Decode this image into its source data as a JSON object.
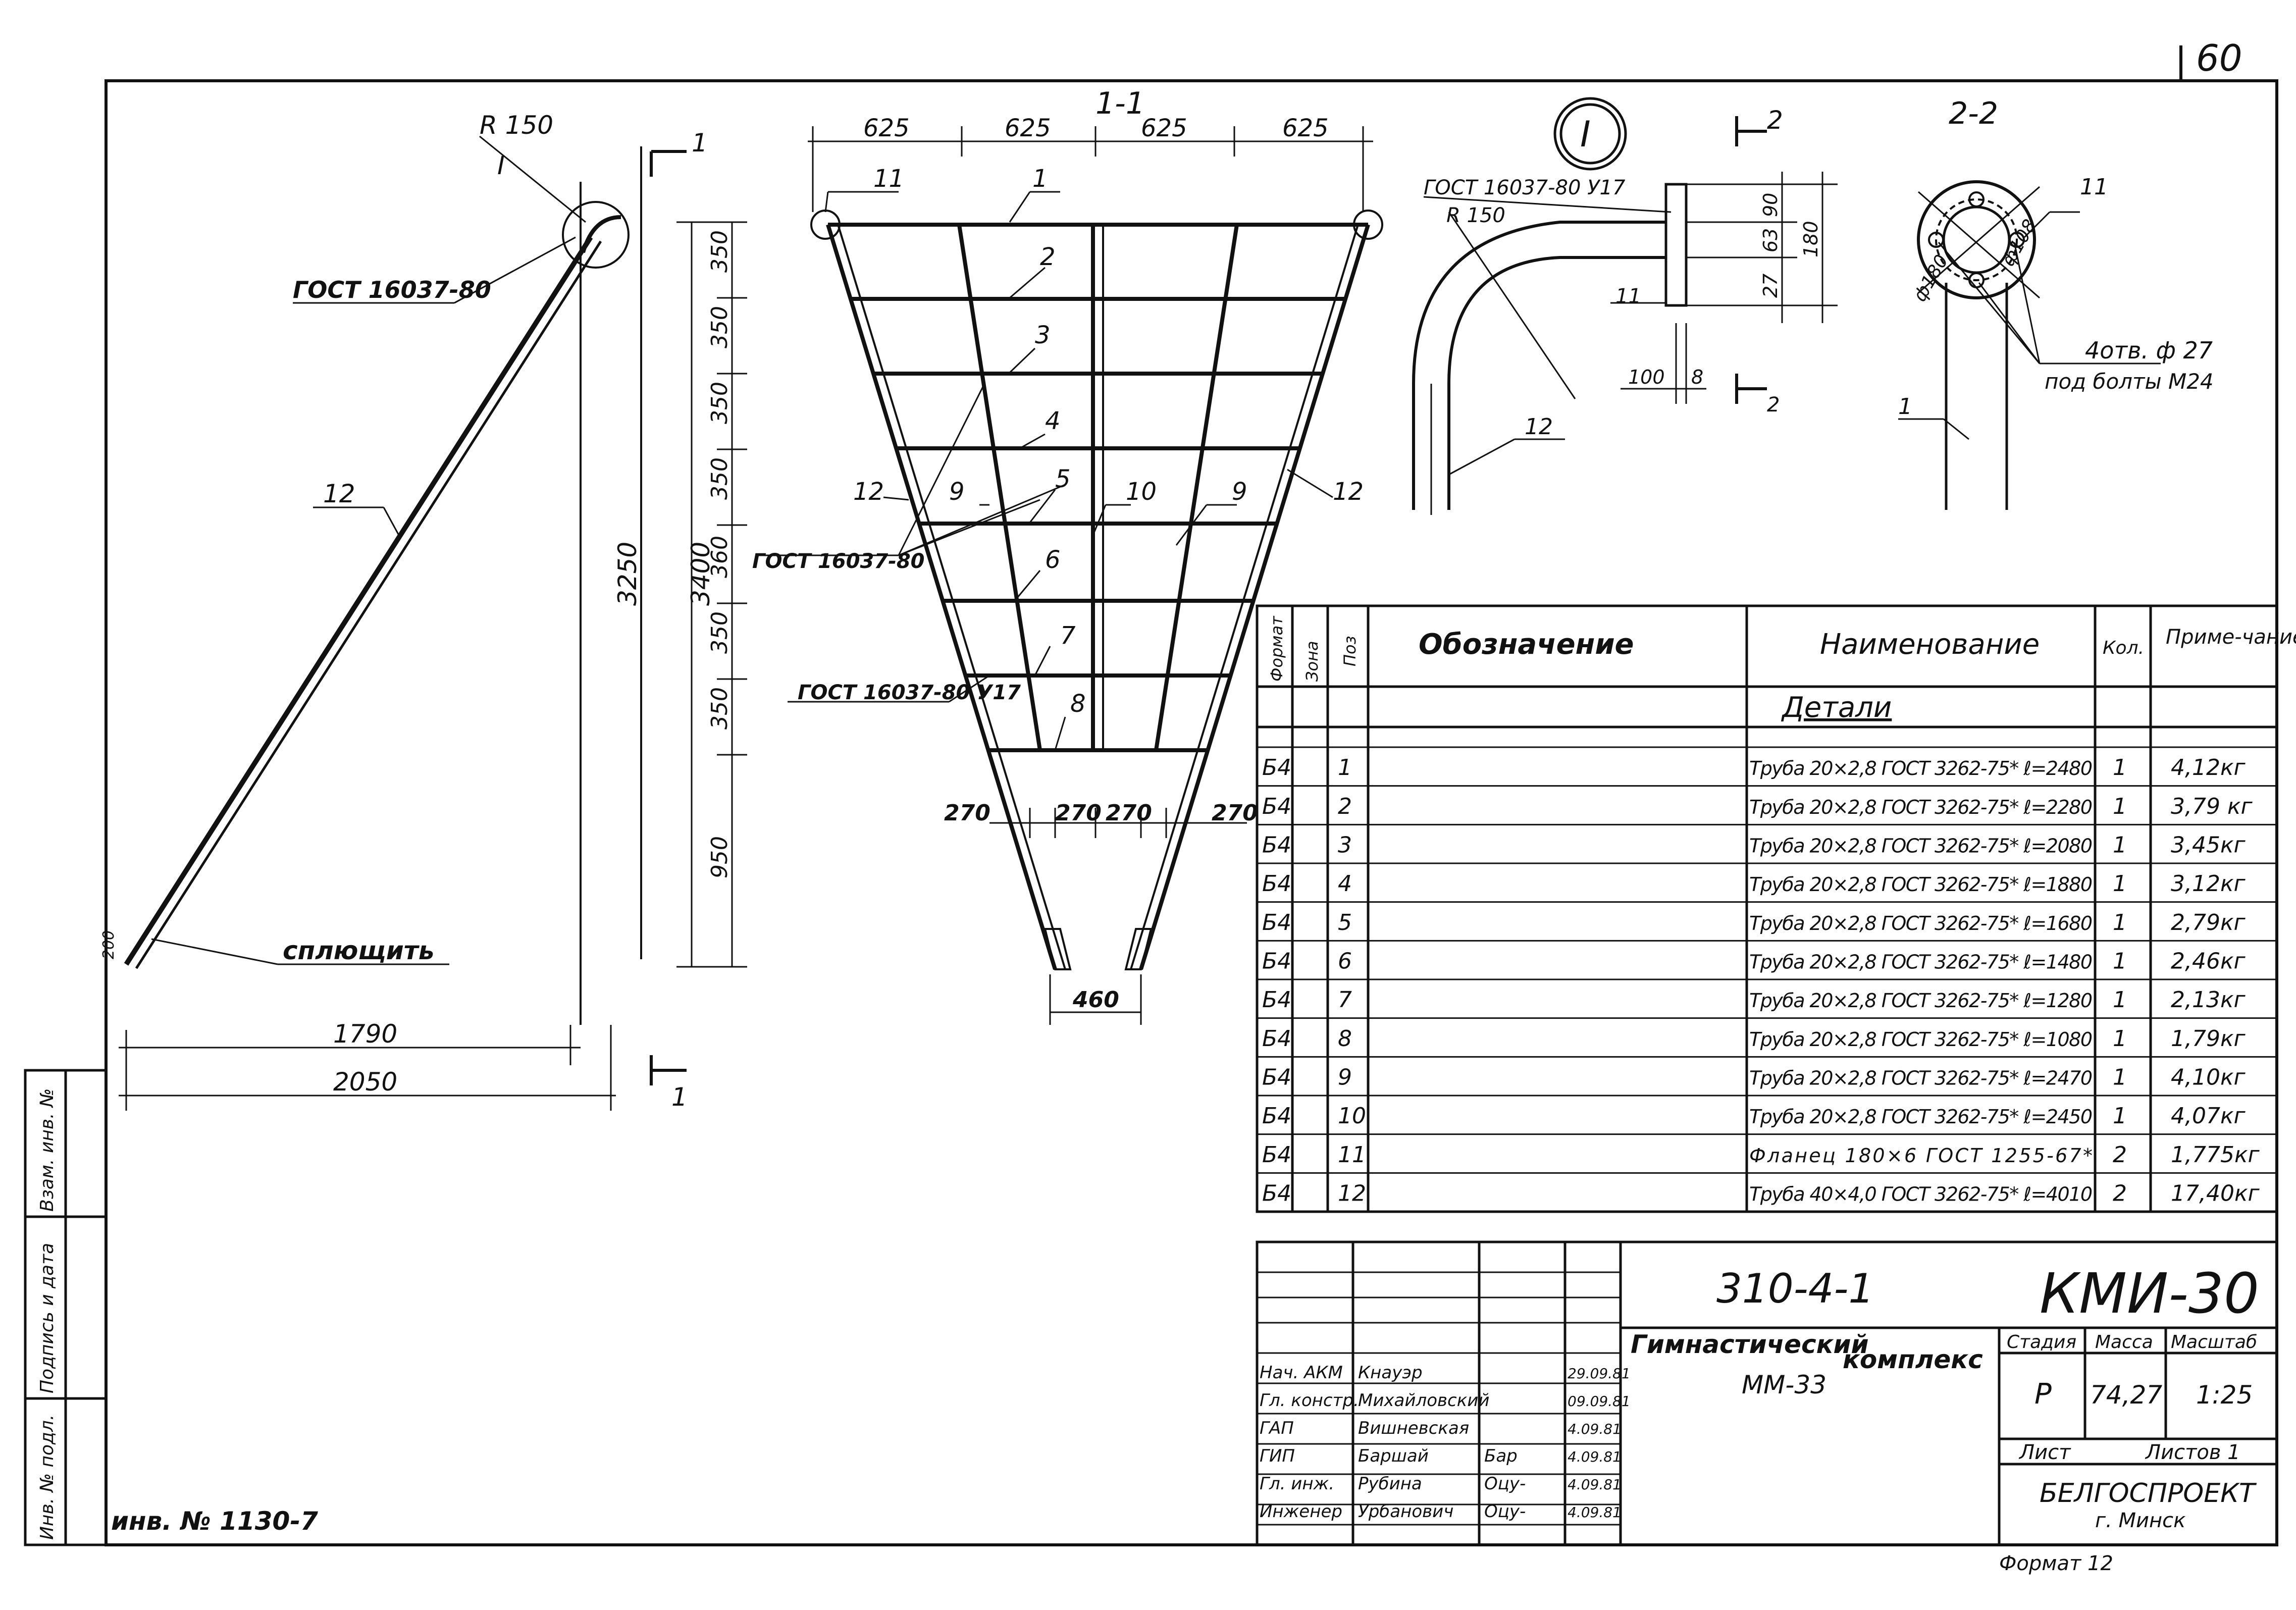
{
  "sheet_number": "60",
  "section_1_1": "1-1",
  "section_2_2": "2-2",
  "detail_marker": "I",
  "cut_mark_1": "1",
  "cut_mark_2": "2",
  "side_view": {
    "radius": "R 150",
    "detail": "I",
    "gost": "ГОСТ 16037-80",
    "part_12": "12",
    "flatten": "сплющить",
    "dim_200": "200",
    "dim_1790": "1790",
    "dim_2050": "2050",
    "dim_3250": "3250",
    "dim_3400": "3400"
  },
  "vertical_dims": [
    "350",
    "350",
    "350",
    "350",
    "360",
    "350",
    "350",
    "950"
  ],
  "front_view": {
    "top_dims": [
      "625",
      "625",
      "625",
      "625"
    ],
    "bottom_dims": [
      "270",
      "270",
      "270",
      "270"
    ],
    "dim_460": "460",
    "part_labels": [
      "1",
      "2",
      "3",
      "4",
      "5",
      "6",
      "7",
      "8",
      "9",
      "10",
      "9",
      "11",
      "12",
      "12"
    ],
    "gost_a": "ГОСТ 16037-80",
    "gost_b": "ГОСТ 16037-80 У17"
  },
  "detail_view": {
    "gost": "ГОСТ 16037-80 У17",
    "radius": "R 150",
    "dims": [
      "90",
      "63",
      "27",
      "180",
      "100",
      "8"
    ],
    "part_11": "11",
    "part_12": "12"
  },
  "flange_view": {
    "dia_180": "ф180",
    "dia_108": "ф108",
    "part_11": "11",
    "part_1": "1",
    "holes": "4отв. ф 27",
    "bolts": "под болты М24"
  },
  "spec_table": {
    "headers": [
      "Формат",
      "Зона",
      "Поз",
      "Обозначение",
      "Наименование",
      "Кол.",
      "Приме-чание"
    ],
    "section_title": "Детали",
    "rows": [
      {
        "format": "Б4",
        "pos": "1",
        "name": "Труба 20×2,8 ГОСТ 3262-75* ℓ=2480",
        "qty": "1",
        "note": "4,12кг"
      },
      {
        "format": "Б4",
        "pos": "2",
        "name": "Труба 20×2,8 ГОСТ 3262-75* ℓ=2280",
        "qty": "1",
        "note": "3,79 кг"
      },
      {
        "format": "Б4",
        "pos": "3",
        "name": "Труба 20×2,8 ГОСТ 3262-75* ℓ=2080",
        "qty": "1",
        "note": "3,45кг"
      },
      {
        "format": "Б4",
        "pos": "4",
        "name": "Труба 20×2,8 ГОСТ 3262-75* ℓ=1880",
        "qty": "1",
        "note": "3,12кг"
      },
      {
        "format": "Б4",
        "pos": "5",
        "name": "Труба 20×2,8 ГОСТ 3262-75* ℓ=1680",
        "qty": "1",
        "note": "2,79кг"
      },
      {
        "format": "Б4",
        "pos": "6",
        "name": "Труба 20×2,8 ГОСТ 3262-75* ℓ=1480",
        "qty": "1",
        "note": "2,46кг"
      },
      {
        "format": "Б4",
        "pos": "7",
        "name": "Труба 20×2,8 ГОСТ 3262-75* ℓ=1280",
        "qty": "1",
        "note": "2,13кг"
      },
      {
        "format": "Б4",
        "pos": "8",
        "name": "Труба 20×2,8 ГОСТ 3262-75* ℓ=1080",
        "qty": "1",
        "note": "1,79кг"
      },
      {
        "format": "Б4",
        "pos": "9",
        "name": "Труба 20×2,8 ГОСТ 3262-75* ℓ=2470",
        "qty": "1",
        "note": "4,10кг"
      },
      {
        "format": "Б4",
        "pos": "10",
        "name": "Труба 20×2,8 ГОСТ 3262-75* ℓ=2450",
        "qty": "1",
        "note": "4,07кг"
      },
      {
        "format": "Б4",
        "pos": "11",
        "name": "Фланец 180×6 ГОСТ 1255-67*",
        "qty": "2",
        "note": "1,775кг"
      },
      {
        "format": "Б4",
        "pos": "12",
        "name": "Труба 40×4,0 ГОСТ 3262-75* ℓ=4010",
        "qty": "2",
        "note": "17,40кг"
      }
    ]
  },
  "title_block": {
    "code": "310-4-1",
    "mark": "КМИ-30",
    "title_1": "Гимнастический",
    "title_2": "комплекс",
    "title_3": "ММ-33",
    "stage_h": "Стадия",
    "mass_h": "Масса",
    "scale_h": "Масштаб",
    "stage": "Р",
    "mass": "74,27",
    "scale": "1:25",
    "sheet_l": "Лист",
    "sheets_l": "Листов 1",
    "org": "БЕЛГОСПРОЕКТ",
    "city": "г. Минск",
    "people": [
      {
        "role": "Нач. АКМ",
        "name": "Кнауэр",
        "sign": "",
        "date": "29.09.81"
      },
      {
        "role": "Гл. констр.",
        "name": "Михайловский",
        "sign": "",
        "date": "09.09.81"
      },
      {
        "role": "ГАП",
        "name": "Вишневская",
        "sign": "",
        "date": "4.09.81"
      },
      {
        "role": "ГИП",
        "name": "Баршай",
        "sign": "Бар",
        "date": "4.09.81"
      },
      {
        "role": "Гл. инж.",
        "name": "Рубина",
        "sign": "Оцу-",
        "date": "4.09.81"
      },
      {
        "role": "Инженер",
        "name": "Урбанович",
        "sign": "Оцу-",
        "date": "4.09.81"
      }
    ]
  },
  "left_strip": [
    "Инв. № подл.",
    "Подпись и дата",
    "Взам. инв. №"
  ],
  "inventory": "инв. № 1130-7",
  "format": "Формат 12"
}
